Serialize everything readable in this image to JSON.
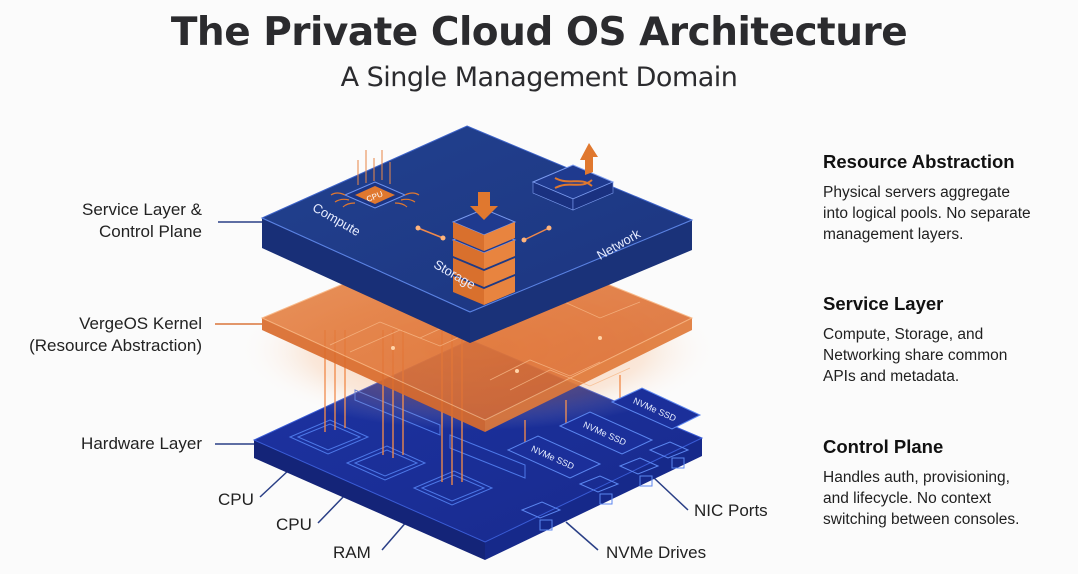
{
  "header": {
    "title": "The Private Cloud OS Architecture",
    "subtitle": "A Single Management Domain"
  },
  "left_labels": {
    "service_layer": [
      "Service Layer &",
      "Control Plane"
    ],
    "kernel": [
      "VergeOS Kernel",
      "(Resource Abstraction)"
    ],
    "hardware": "Hardware Layer"
  },
  "bottom_labels": {
    "cpu_1": "CPU",
    "cpu_2": "CPU",
    "ram": "RAM",
    "nvme": "NVMe Drives",
    "nic": "NIC Ports"
  },
  "top_layer": {
    "compute": "Compute",
    "storage": "Storage",
    "network": "Network",
    "cpu_chip": "CPU"
  },
  "hardware_layer": {
    "ssd_labels": [
      "NVMe SSD",
      "NVMe SSD",
      "NVMe SSD"
    ]
  },
  "side_panel": [
    {
      "title": "Resource Abstraction",
      "lines": [
        "Physical servers aggregate",
        "into logical pools. No separate",
        "management layers."
      ]
    },
    {
      "title": "Service Layer",
      "lines": [
        "Compute, Storage, and",
        "Networking share common",
        "APIs and metadata."
      ]
    },
    {
      "title": "Control Plane",
      "lines": [
        "Handles auth, provisioning,",
        "and lifecycle. No context",
        "switching between consoles."
      ]
    }
  ],
  "colors": {
    "navy": "#1f3a8c",
    "navy_dark": "#162c6e",
    "hardware_blue": "#1b2f9a",
    "orange": "#e2792f",
    "orange_light": "#f4a668",
    "text_dark": "#2b2b2e"
  }
}
